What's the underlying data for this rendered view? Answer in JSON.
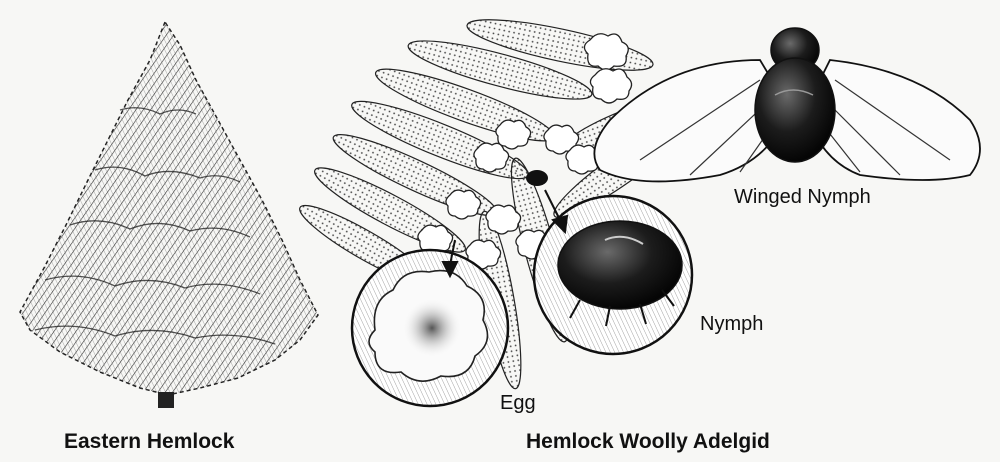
{
  "captions": {
    "tree": "Eastern Hemlock",
    "insect": "Hemlock Woolly Adelgid"
  },
  "callouts": {
    "winged": "Winged Nymph",
    "nymph": "Nymph",
    "egg": "Egg"
  },
  "colors": {
    "ink": "#111111",
    "paper": "#f7f7f5",
    "wool": "#ffffff"
  }
}
